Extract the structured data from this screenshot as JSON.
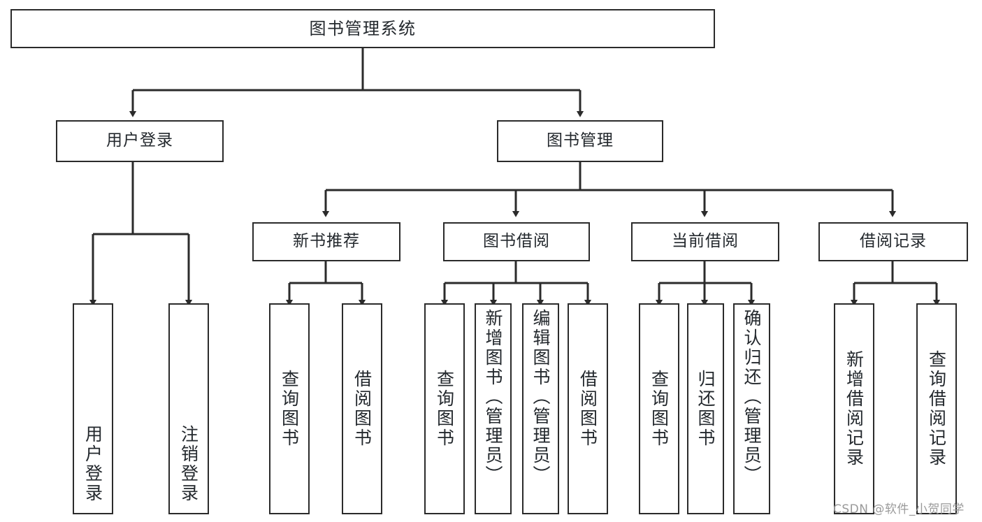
{
  "diagram": {
    "title": "图书管理系统",
    "watermark": "CSDN @软件_小贺同学",
    "colors": {
      "box_border": "#2b2b2b",
      "box_fill": "#ffffff",
      "edge": "#2b2b2b",
      "text": "#23282d",
      "watermark": "#9a9a9a",
      "background": "#ffffff"
    },
    "root": {
      "label": "图书管理系统"
    },
    "level2": [
      {
        "label": "用户登录"
      },
      {
        "label": "图书管理"
      }
    ],
    "level3": [
      {
        "label": "新书推荐"
      },
      {
        "label": "图书借阅"
      },
      {
        "label": "当前借阅"
      },
      {
        "label": "借阅记录"
      }
    ],
    "leaves": {
      "user_login": [
        {
          "label": "用户登录"
        },
        {
          "label": "注销登录"
        }
      ],
      "new_book_recommend": [
        {
          "label": "查询图书"
        },
        {
          "label": "借阅图书"
        }
      ],
      "book_borrow": [
        {
          "label": "查询图书"
        },
        {
          "label": "新增图书（管理员）"
        },
        {
          "label": "编辑图书（管理员）"
        },
        {
          "label": "借阅图书"
        }
      ],
      "current_borrow": [
        {
          "label": "查询图书"
        },
        {
          "label": "归还图书"
        },
        {
          "label": "确认归还（管理员）"
        }
      ],
      "borrow_record": [
        {
          "label": "新增借阅记录"
        },
        {
          "label": "查询借阅记录"
        }
      ]
    }
  }
}
